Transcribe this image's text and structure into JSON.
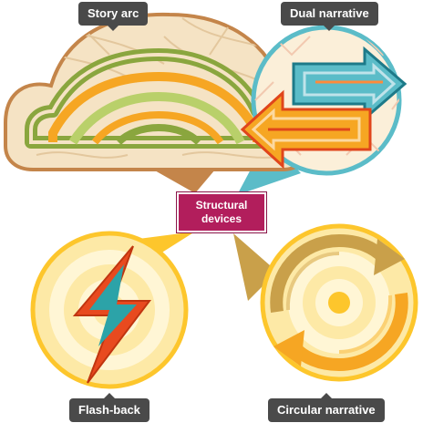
{
  "center": {
    "line1": "Structural",
    "line2": "devices",
    "color": "#b21e5c"
  },
  "labels": {
    "story_arc": "Story arc",
    "dual_narrative": "Dual narrative",
    "flash_back": "Flash-back",
    "circular_narrative": "Circular narrative"
  },
  "colors": {
    "story_arc": "#c4854a",
    "dual_narrative": "#5bbcc8",
    "flash_back": "#fdc62c",
    "circular_narrative": "#c9a04a",
    "label_bg": "#4a4a4a"
  },
  "icons": {
    "story_arc": "rainbow-arc-icon",
    "dual_narrative": "opposing-arrows-icon",
    "flash_back": "lightning-bolt-icon",
    "circular_narrative": "circular-arrows-icon"
  }
}
